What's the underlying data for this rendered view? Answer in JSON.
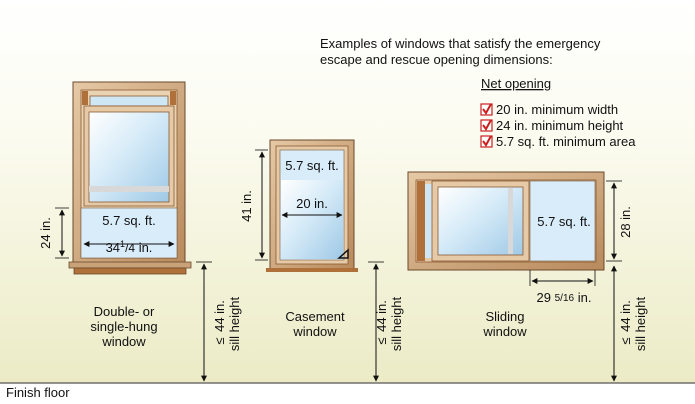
{
  "header": {
    "line1": "Examples of windows that satisfy the emergency",
    "line2": "escape and rescue opening dimensions:",
    "net_opening_title": "Net opening",
    "criteria": [
      "20 in. minimum width",
      "24 in. minimum height",
      "5.7 sq. ft. minimum area"
    ]
  },
  "windows": {
    "double_hung": {
      "name_line1": "Double- or",
      "name_line2": "single-hung",
      "name_line3": "window",
      "area": "5.7 sq. ft.",
      "width_main": "34",
      "width_sup": "1",
      "width_sub": "/4",
      "width_unit": " in.",
      "height": "24 in.",
      "sill": "44 in.",
      "sill_le": "≤",
      "sill_label": "sill height"
    },
    "casement": {
      "name_line1": "Casement",
      "name_line2": "window",
      "area": "5.7 sq. ft.",
      "width": "20 in.",
      "height": "41 in.",
      "sill": "44 in.",
      "sill_le": "≤",
      "sill_label": "sill height"
    },
    "sliding": {
      "name_line1": "Sliding",
      "name_line2": "window",
      "area": "5.7 sq. ft.",
      "width_main": "29 ",
      "width_frac": "5/16",
      "width_unit": " in.",
      "height": "28 in.",
      "sill": "44 in.",
      "sill_le": "≤",
      "sill_label": "sill height"
    }
  },
  "floor_label": "Finish floor",
  "colors": {
    "frame": "#c9a27a",
    "frame_dark": "#8a5a32",
    "sill": "#b0703a",
    "glass": "#cfe6f5",
    "net_fill": "#d9ecfa",
    "check": "#cc1f1f",
    "wall_top": "#ffffff",
    "wall_bottom": "#ecebc6"
  }
}
